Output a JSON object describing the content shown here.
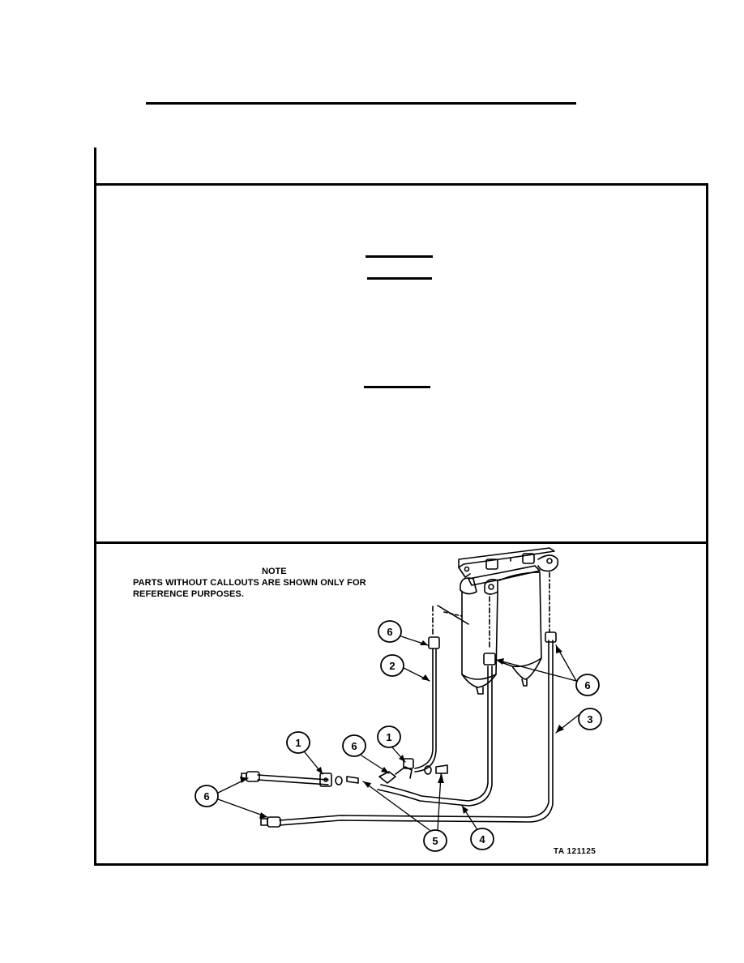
{
  "note": {
    "title": "NOTE",
    "line1": "PARTS WITHOUT CALLOUTS ARE SHOWN ONLY FOR",
    "line2": "REFERENCE PURPOSES."
  },
  "figure_code": "TA 121125",
  "callouts": {
    "c6_top": "6",
    "c2": "2",
    "c6_right": "6",
    "c3": "3",
    "c1_left": "1",
    "c6_mid": "6",
    "c1_right": "1",
    "c6_left": "6",
    "c5": "5",
    "c4": "4"
  }
}
